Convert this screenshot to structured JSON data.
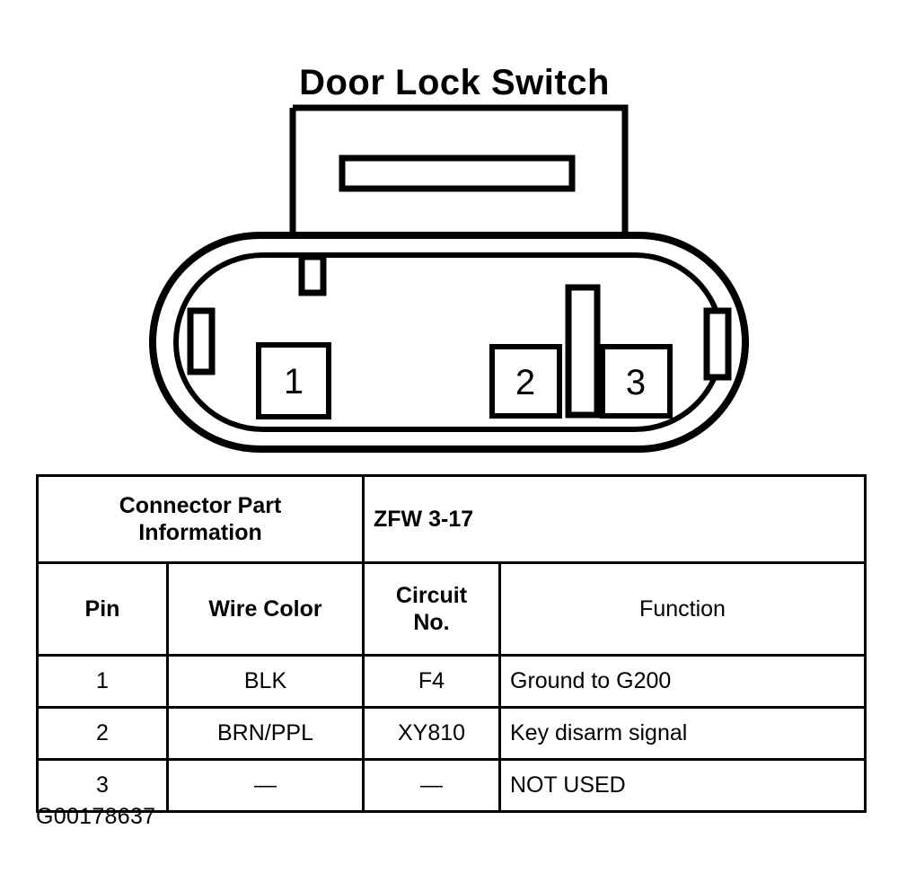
{
  "diagram": {
    "title": "Door Lock Switch",
    "pins": [
      {
        "label": "1"
      },
      {
        "label": "2"
      },
      {
        "label": "3"
      }
    ]
  },
  "table": {
    "connector_part_label_line1": "Connector Part",
    "connector_part_label_line2": "Information",
    "connector_part_value": "ZFW 3-17",
    "headers": {
      "pin": "Pin",
      "wire_color": "Wire Color",
      "circuit_no_line1": "Circuit",
      "circuit_no_line2": "No.",
      "function": "Function"
    },
    "rows": [
      {
        "pin": "1",
        "wire_color": "BLK",
        "circuit_no": "F4",
        "function": "Ground to G200"
      },
      {
        "pin": "2",
        "wire_color": "BRN/PPL",
        "circuit_no": "XY810",
        "function": "Key disarm signal"
      },
      {
        "pin": "3",
        "wire_color": "—",
        "circuit_no": "—",
        "function": "NOT USED"
      }
    ]
  },
  "caption": "G00178637",
  "colors": {
    "ink": "#000000",
    "background": "#ffffff"
  }
}
